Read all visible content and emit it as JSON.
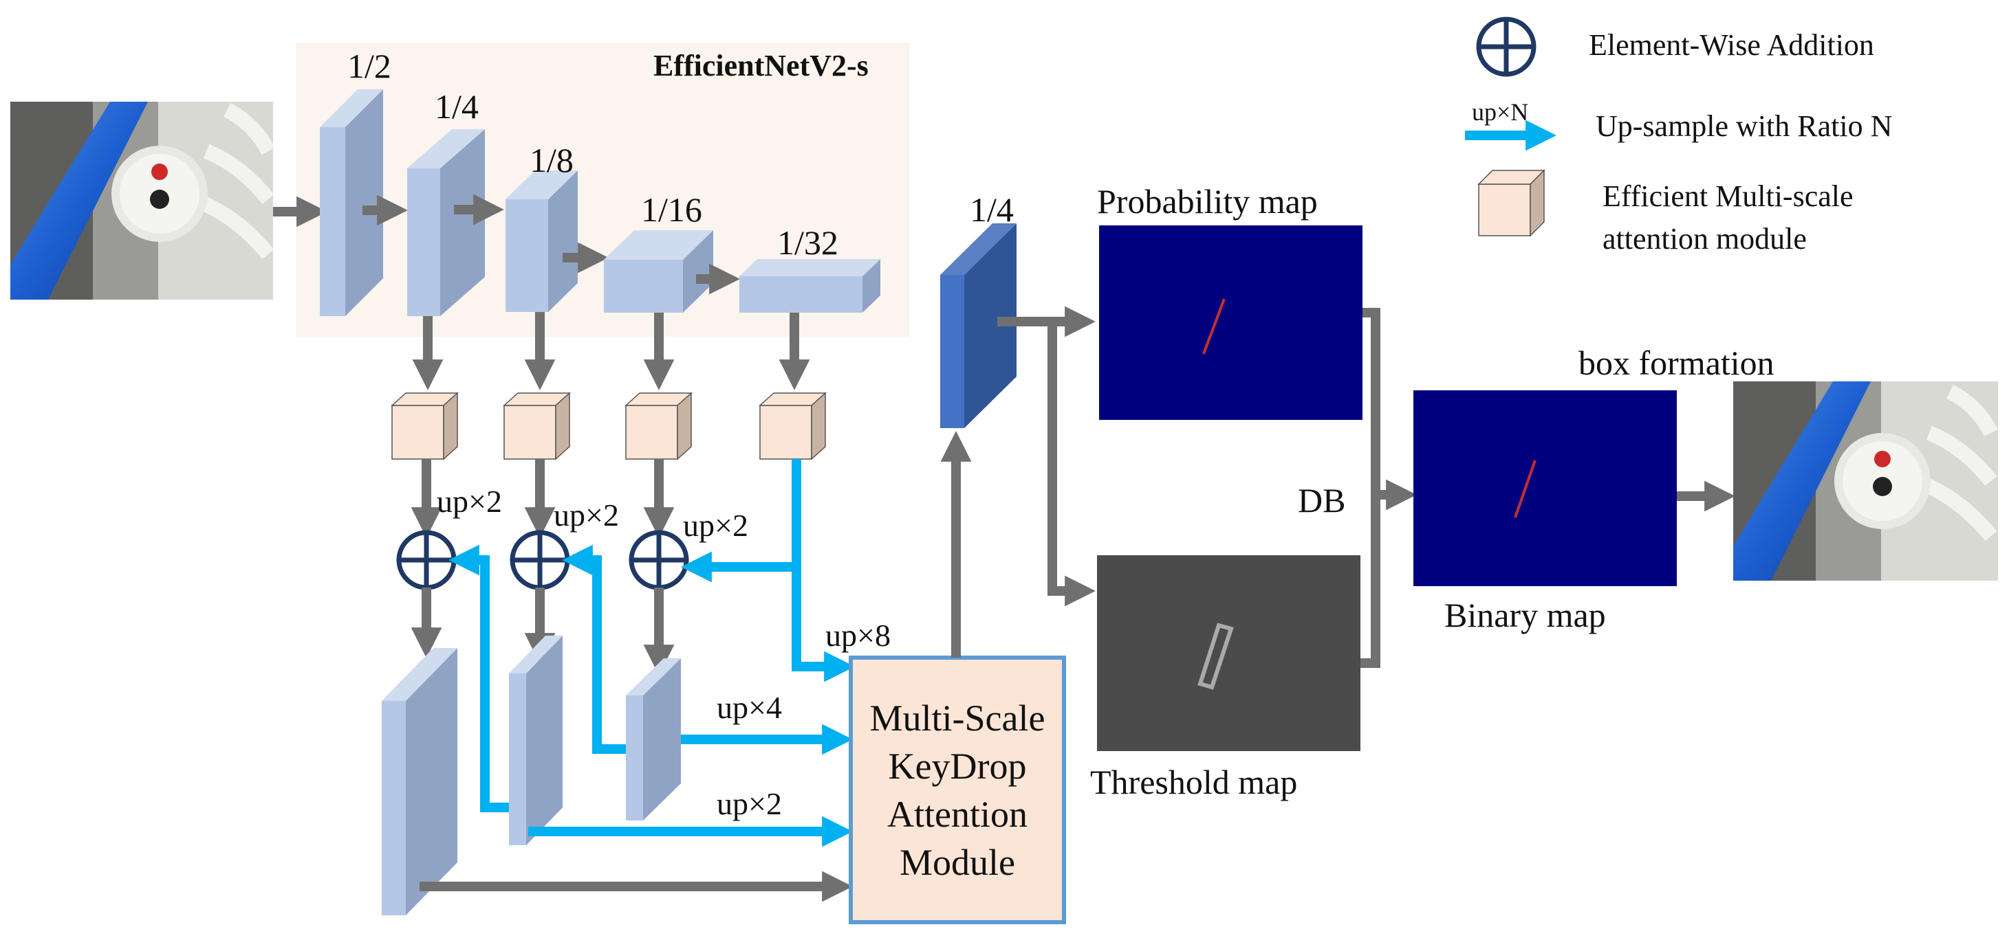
{
  "backbone": {
    "title": "EfficientNetV2-s",
    "scales": [
      "1/2",
      "1/4",
      "1/8",
      "1/16",
      "1/32"
    ]
  },
  "neck": {
    "upsample_labels": [
      "up×2",
      "up×2",
      "up×2"
    ],
    "fuse_labels": [
      "up×8",
      "up×4",
      "up×2"
    ]
  },
  "module": {
    "lines": [
      "Multi-Scale",
      "KeyDrop",
      "Attention",
      "Module"
    ]
  },
  "head": {
    "feature_scale": "1/4",
    "probability_map": "Probability map",
    "threshold_map": "Threshold map",
    "db_label": "DB",
    "binary_map": "Binary map",
    "box_formation": "box formation"
  },
  "legend": {
    "addition": "Element-Wise Addition",
    "upsample_tag": "up×N",
    "upsample": "Up-sample with Ratio N",
    "attention_line1": "Efficient Multi-scale",
    "attention_line2": "attention module"
  },
  "colors": {
    "backbone_bg": "#fcf4ee",
    "block_front": "#b4c7e7",
    "block_side": "#8fa4c4",
    "block_top": "#cfdbef",
    "dark_block": "#2f5597",
    "attention_cube": "#fbe5d6",
    "arrow_gray": "#707070",
    "arrow_blue": "#00b0f0",
    "map_navy": "#00007f",
    "map_gray": "#4b4b4b",
    "module_border": "#5b9bd5",
    "circle": "#1f3864"
  }
}
